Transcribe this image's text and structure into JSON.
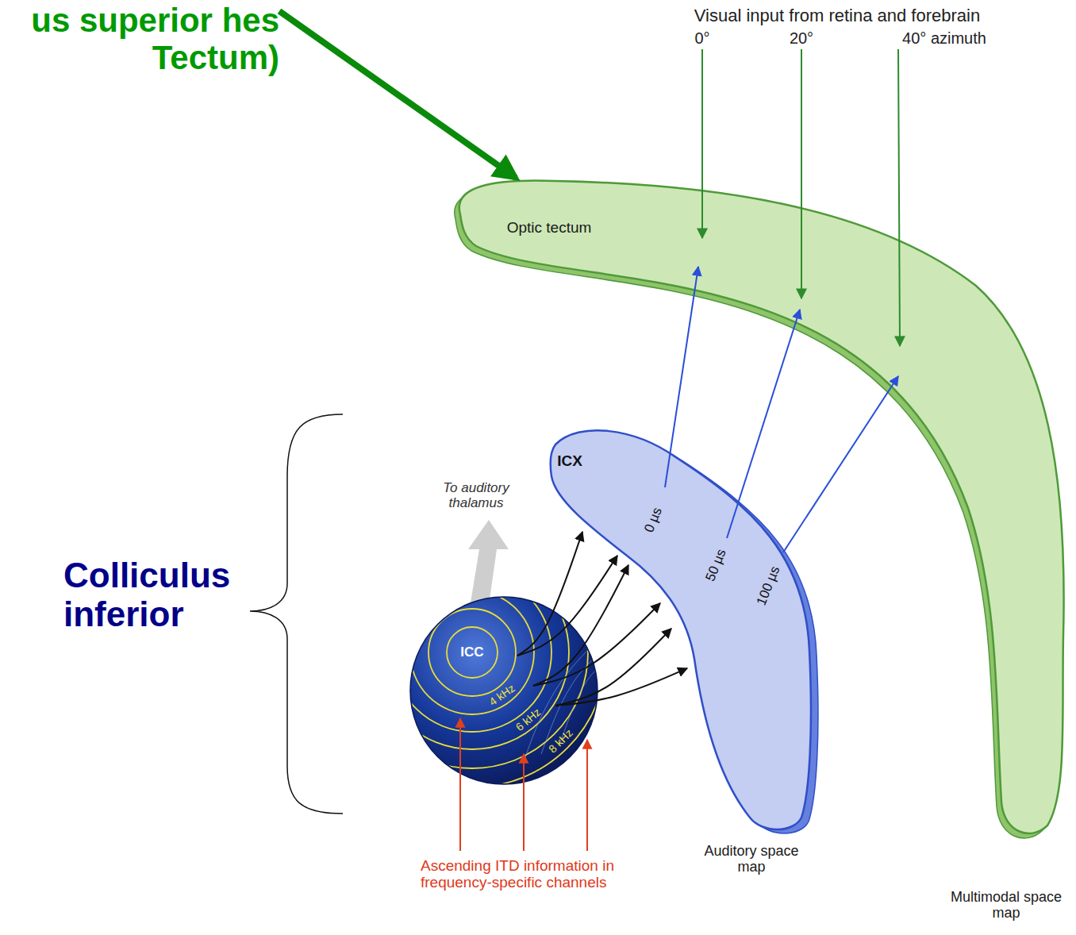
{
  "diagram": {
    "nodes": [
      {
        "text": [
          "Optic tectum",
          "Multimodal space map"
        ]
      },
      {
        "text": [
          "ICX",
          "0 µs",
          "50 µs",
          "100 µs",
          "Auditory space map"
        ]
      },
      {
        "text": [
          "ICC",
          "4 kHz",
          "6 kHz",
          "8 kHz"
        ]
      }
    ],
    "edges": [
      {
        "from": 2,
        "to": 1,
        "arrow": "to"
      },
      {
        "from": 2,
        "to": 1,
        "arrow": "to"
      },
      {
        "from": 2,
        "to": 1,
        "arrow": "to"
      },
      {
        "from": 1,
        "to": 0,
        "arrow": "to"
      },
      {
        "from": 1,
        "to": 0,
        "arrow": "to"
      },
      {
        "from": 1,
        "to": 0,
        "arrow": "to"
      }
    ],
    "labels": [
      "us superior hes Tectum)",
      "Visual input from retina and forebrain",
      "0°",
      "20°",
      "40° azimuth",
      "Colliculus inferior",
      "To auditory thalamus",
      "Ascending ITD information in frequency-specific channels"
    ]
  }
}
